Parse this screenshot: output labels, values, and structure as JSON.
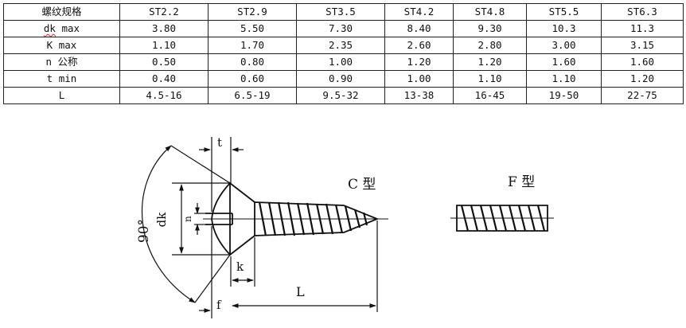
{
  "table": {
    "corner": "螺纹规格",
    "sizes": [
      "ST2.2",
      "ST2.9",
      "ST3.5",
      "ST4.2",
      "ST4.8",
      "ST5.5",
      "ST6.3"
    ],
    "rows": [
      {
        "label_parts": [
          "dk",
          " max"
        ],
        "values": [
          "3.80",
          "5.50",
          "7.30",
          "8.40",
          "9.30",
          "10.3",
          "11.3"
        ]
      },
      {
        "label_parts": [
          "K max"
        ],
        "values": [
          "1.10",
          "1.70",
          "2.35",
          "2.60",
          "2.80",
          "3.00",
          "3.15"
        ]
      },
      {
        "label_parts": [
          "n 公称"
        ],
        "values": [
          "0.50",
          "0.80",
          "1.00",
          "1.20",
          "1.20",
          "1.60",
          "1.60"
        ]
      },
      {
        "label_parts": [
          "t min"
        ],
        "values": [
          "0.40",
          "0.60",
          "0.90",
          "1.00",
          "1.10",
          "1.10",
          "1.20"
        ]
      },
      {
        "label_parts": [
          "L"
        ],
        "values": [
          "4.5-16",
          "6.5-19",
          "9.5-32",
          "13-38",
          "16-45",
          "19-50",
          "22-75"
        ]
      }
    ]
  },
  "drawing": {
    "angle_label": "90°",
    "dim_t": "t",
    "dim_dk": "dk",
    "dim_n": "n",
    "dim_k": "k",
    "dim_f": "f",
    "dim_L": "L",
    "type_c": "C 型",
    "type_f": "F 型"
  }
}
